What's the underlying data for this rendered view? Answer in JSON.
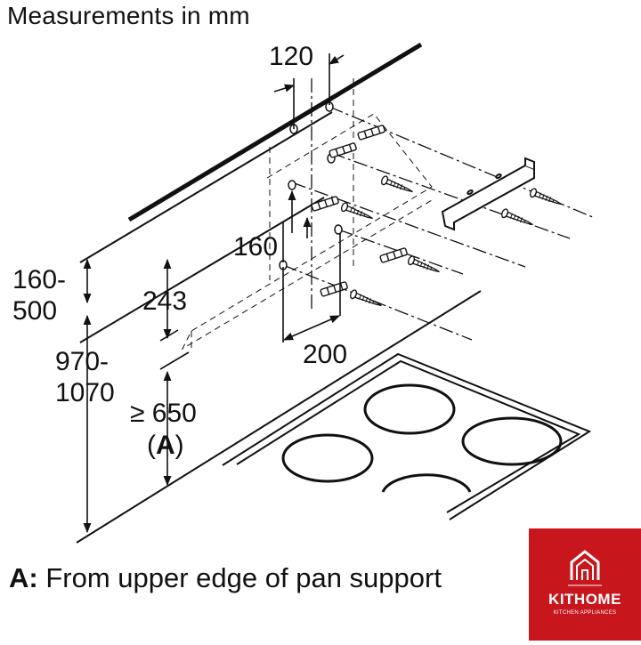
{
  "title": "Measurements in mm",
  "dims": {
    "d120": "120",
    "d160": "160",
    "d200": "200",
    "d243": "243",
    "range_top_a": "160-",
    "range_top_b": "500",
    "range_total_a": "970-",
    "range_total_b": "1070",
    "min_gap": "≥ 650",
    "min_gap_ref_open": "(",
    "min_gap_ref": "A",
    "min_gap_ref_close": ")"
  },
  "footnote": {
    "key": "A:",
    "text": " From upper edge of pan support"
  },
  "logo": {
    "name": "KITHOME",
    "tagline": "KITCHEN APPLIANCES",
    "icon": "house-icon",
    "color": "#c8161d"
  }
}
